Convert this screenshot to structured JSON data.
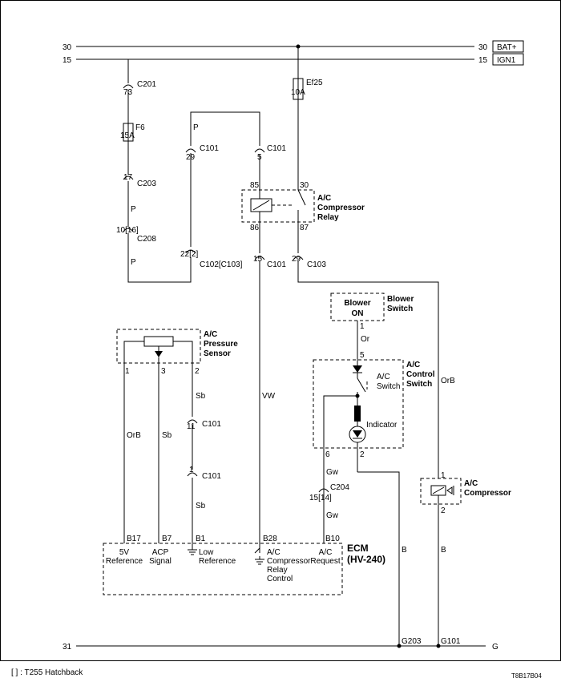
{
  "rails": {
    "bat_num_left": "30",
    "bat_num_right": "30",
    "bat_label": "BAT+",
    "ign_num_left": "15",
    "ign_num_right": "15",
    "ign_label": "IGN1",
    "gnd_num_left": "31",
    "gnd_label": "G"
  },
  "fuses": {
    "f6_name": "F6",
    "f6_rating": "15A",
    "ef25_name": "Ef25",
    "ef25_rating": "10A"
  },
  "connectors": {
    "c201_pin": "73",
    "c201": "C201",
    "c203_pin": "17",
    "c203": "C203",
    "c208_pin": "10[16]",
    "c208": "C208",
    "c101_top_left_pin": "29",
    "c101_top_left": "C101",
    "c101_top_right_pin": "5",
    "c101_top_right": "C101",
    "c102_pin": "22[2]",
    "c102": "C102[C103]",
    "c101_mid_pin": "15",
    "c101_mid": "C101",
    "c103_pin": "29",
    "c103": "C103",
    "c101_sb1_pin": "11",
    "c101_sb1": "C101",
    "c101_sb2_pin": "1",
    "c101_sb2": "C101",
    "c204_pin": "15[14]",
    "c204": "C204"
  },
  "relay": {
    "label_line1": "A/C",
    "label_line2": "Compressor",
    "label_line3": "Relay",
    "pin85": "85",
    "pin30": "30",
    "pin86": "86",
    "pin87": "87"
  },
  "wires": {
    "p1": "P",
    "p2": "P",
    "p3": "P",
    "sb1": "Sb",
    "sb2": "Sb",
    "sb3": "Sb",
    "orb1": "OrB",
    "orb2": "OrB",
    "vw": "VW",
    "or": "Or",
    "gw1": "Gw",
    "gw2": "Gw",
    "b1": "B",
    "b2": "B"
  },
  "sensor": {
    "label_line1": "A/C",
    "label_line2": "Pressure",
    "label_line3": "Sensor",
    "pin1": "1",
    "pin3": "3",
    "pin2": "2"
  },
  "blower": {
    "box_line1": "Blower",
    "box_line2": "ON",
    "label_line1": "Blower",
    "label_line2": "Switch",
    "pin1": "1"
  },
  "control_switch": {
    "label_line1": "A/C",
    "label_line2": "Control",
    "label_line3": "Switch",
    "switch_line1": "A/C",
    "switch_line2": "Switch",
    "indicator": "Indicator",
    "pin5": "5",
    "pin6": "6",
    "pin2": "2"
  },
  "compressor": {
    "label_line1": "A/C",
    "label_line2": "Compressor",
    "pin1": "1",
    "pin2": "2"
  },
  "ecm": {
    "label_line1": "ECM",
    "label_line2": "(HV-240)",
    "pins": {
      "b17": "B17",
      "b7": "B7",
      "b1": "B1",
      "b28": "B28",
      "b10": "B10"
    },
    "t_5v_1": "5V",
    "t_5v_2": "Reference",
    "t_acp_1": "ACP",
    "t_acp_2": "Signal",
    "t_low_1": "Low",
    "t_low_2": "Reference",
    "t_rc_1": "A/C",
    "t_rc_2": "Compressor",
    "t_rc_3": "Relay",
    "t_rc_4": "Control",
    "t_req_1": "A/C",
    "t_req_2": "Request"
  },
  "grounds": {
    "g203": "G203",
    "g101": "G101"
  },
  "footer": {
    "note": "[ ] : T255 Hatchback",
    "code": "T8B17B04"
  }
}
